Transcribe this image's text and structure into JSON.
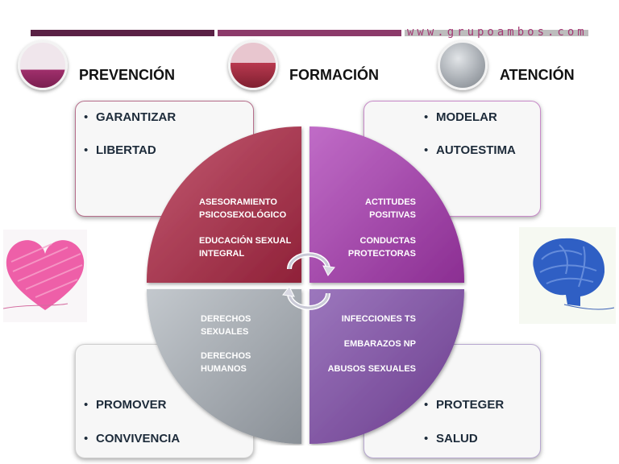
{
  "header": {
    "website": "www.grupoambos.com",
    "columns": [
      {
        "title": "PREVENCIÓN",
        "bubble_icon": "crimson-liquid-bubble-icon"
      },
      {
        "title": "FORMACIÓN",
        "bubble_icon": "red-liquid-bubble-icon"
      },
      {
        "title": "ATENCIÓN",
        "bubble_icon": "gray-sphere-bubble-icon"
      }
    ]
  },
  "cards": {
    "top_left": [
      "GARANTIZAR",
      "LIBERTAD"
    ],
    "top_right": [
      "MODELAR",
      "AUTOESTIMA"
    ],
    "bottom_left": [
      "PROMOVER",
      "CONVIVENCIA"
    ],
    "bottom_right": [
      "PROTEGER",
      "SALUD"
    ]
  },
  "quadrants": {
    "top_left": {
      "color": "#a52f4b",
      "lines": [
        "ASESORAMIENTO",
        "PSICOSEXOLÓGICO",
        "",
        "EDUCACIÓN SEXUAL",
        "INTEGRAL"
      ]
    },
    "top_right": {
      "color": "#a03aa6",
      "lines": [
        "ACTITUDES",
        "POSITIVAS",
        "",
        "CONDUCTAS",
        "PROTECTORAS"
      ]
    },
    "bottom_left": {
      "color": "#9aa1a9",
      "lines": [
        "DERECHOS",
        "SEXUALES",
        "",
        "DERECHOS",
        "HUMANOS"
      ]
    },
    "bottom_right": {
      "color": "#7d4e9e",
      "lines": [
        "INFECCIONES TS",
        "",
        "EMBARAZOS NP",
        "",
        "ABUSOS SEXUALES"
      ]
    }
  },
  "decor": {
    "left_image": "pink-heart-icon",
    "right_image": "blue-brain-icon",
    "center": "cycle-arrows-icon"
  }
}
